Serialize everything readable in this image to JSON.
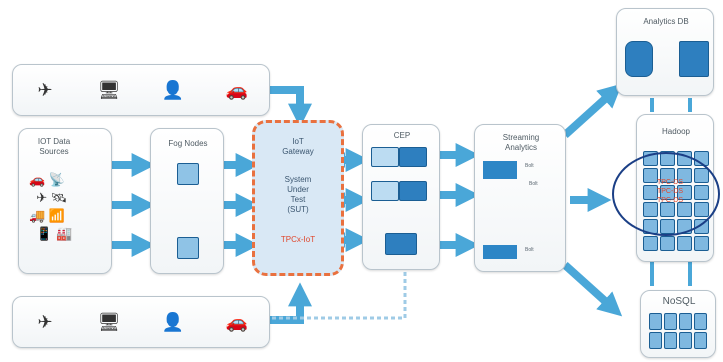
{
  "iot_sources": {
    "label_line1": "IOT Data",
    "label_line2": "Sources"
  },
  "fog_nodes": {
    "label": "Fog Nodes"
  },
  "sut": {
    "line1": "IoT",
    "line2": "Gateway",
    "line3": "System",
    "line4": "Under",
    "line5": "Test",
    "line6": "(SUT)",
    "tag": "TPCx-IoT"
  },
  "cep": {
    "label": "CEP"
  },
  "streaming": {
    "line1": "Streaming",
    "line2": "Analytics",
    "chip1": "Bolt",
    "chip2": "Bolt",
    "chip3": "Bolt"
  },
  "analytics_db": {
    "label": "Analytics DB"
  },
  "hadoop": {
    "label": "Hadoop",
    "tags": [
      "TPC-DS",
      "TPC-DS",
      "TPC-DS"
    ]
  },
  "nosql": {
    "label": "NoSQL"
  },
  "device_row_icons": [
    "airplane-icon",
    "computer-icon",
    "person-icon",
    "car-icon"
  ],
  "colors": {
    "arrow": "#4aa7d8",
    "sut_border": "#e9713f",
    "highlight_ring": "#1b3f86",
    "tile": "#2e7fbf"
  }
}
